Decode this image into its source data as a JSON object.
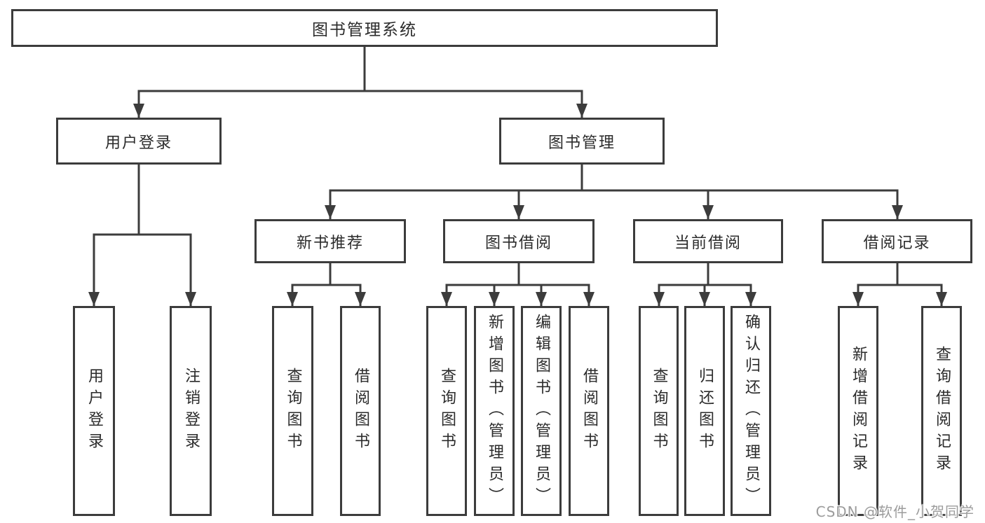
{
  "nodes": {
    "root": {
      "label": "图书管理系统"
    },
    "branches": [
      {
        "label": "用户登录",
        "children": [
          {
            "label": "用户登录"
          },
          {
            "label": "注销登录"
          }
        ]
      },
      {
        "label": "图书管理",
        "children": [
          {
            "label": "新书推荐",
            "children": [
              {
                "label": "查询图书"
              },
              {
                "label": "借阅图书"
              }
            ]
          },
          {
            "label": "图书借阅",
            "children": [
              {
                "label": "查询图书"
              },
              {
                "label": "新增图书（管理员）"
              },
              {
                "label": "编辑图书（管理员）"
              },
              {
                "label": "借阅图书"
              }
            ]
          },
          {
            "label": "当前借阅",
            "children": [
              {
                "label": "查询图书"
              },
              {
                "label": "归还图书"
              },
              {
                "label": "确认归还（管理员）"
              }
            ]
          },
          {
            "label": "借阅记录",
            "children": [
              {
                "label": "新增借阅记录"
              },
              {
                "label": "查询借阅记录"
              }
            ]
          }
        ]
      }
    ]
  },
  "watermark": {
    "text": "CSDN @软件_小贺同学"
  },
  "colors": {
    "line": "#3c3c3c",
    "text": "#2b2b2b",
    "background": "#ffffff",
    "watermark": "#9c9c9c"
  }
}
